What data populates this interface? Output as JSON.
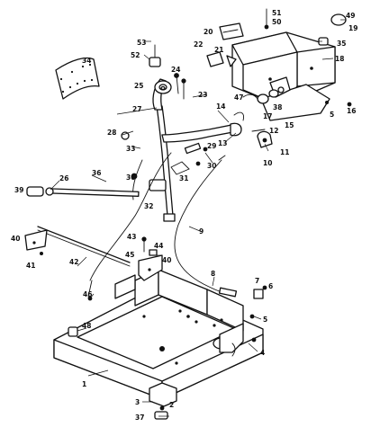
{
  "callouts": [
    {
      "key": "c1",
      "text": "1"
    },
    {
      "key": "c2",
      "text": "2"
    },
    {
      "key": "c3",
      "text": "3"
    },
    {
      "key": "c4",
      "text": "4"
    },
    {
      "key": "c5a",
      "text": "5"
    },
    {
      "key": "c5b",
      "text": "5"
    },
    {
      "key": "c6",
      "text": "6"
    },
    {
      "key": "c7",
      "text": "7"
    },
    {
      "key": "c8",
      "text": "8"
    },
    {
      "key": "c9",
      "text": "9"
    },
    {
      "key": "c10",
      "text": "10"
    },
    {
      "key": "c11",
      "text": "11"
    },
    {
      "key": "c12",
      "text": "12"
    },
    {
      "key": "c13",
      "text": "13"
    },
    {
      "key": "c14",
      "text": "14"
    },
    {
      "key": "c15",
      "text": "15"
    },
    {
      "key": "c16",
      "text": "16"
    },
    {
      "key": "c17",
      "text": "17"
    },
    {
      "key": "c18",
      "text": "18"
    },
    {
      "key": "c19",
      "text": "19"
    },
    {
      "key": "c20",
      "text": "20"
    },
    {
      "key": "c21",
      "text": "21"
    },
    {
      "key": "c22",
      "text": "22"
    },
    {
      "key": "c23",
      "text": "23"
    },
    {
      "key": "c24",
      "text": "24"
    },
    {
      "key": "c25",
      "text": "25"
    },
    {
      "key": "c26",
      "text": "26"
    },
    {
      "key": "c27",
      "text": "27"
    },
    {
      "key": "c28",
      "text": "28"
    },
    {
      "key": "c29",
      "text": "29"
    },
    {
      "key": "c30a",
      "text": "30"
    },
    {
      "key": "c30b",
      "text": "30"
    },
    {
      "key": "c31",
      "text": "31"
    },
    {
      "key": "c32",
      "text": "32"
    },
    {
      "key": "c33",
      "text": "33"
    },
    {
      "key": "c34",
      "text": "34"
    },
    {
      "key": "c35",
      "text": "35"
    },
    {
      "key": "c36",
      "text": "36"
    },
    {
      "key": "c37",
      "text": "37"
    },
    {
      "key": "c38",
      "text": "38"
    },
    {
      "key": "c39",
      "text": "39"
    },
    {
      "key": "c40a",
      "text": "40"
    },
    {
      "key": "c40b",
      "text": "40"
    },
    {
      "key": "c41",
      "text": "41"
    },
    {
      "key": "c42",
      "text": "42"
    },
    {
      "key": "c43",
      "text": "43"
    },
    {
      "key": "c44",
      "text": "44"
    },
    {
      "key": "c45",
      "text": "45"
    },
    {
      "key": "c46",
      "text": "46"
    },
    {
      "key": "c47",
      "text": "47"
    },
    {
      "key": "c48",
      "text": "48"
    },
    {
      "key": "c49",
      "text": "49"
    },
    {
      "key": "c50",
      "text": "50"
    },
    {
      "key": "c51",
      "text": "51"
    },
    {
      "key": "c52",
      "text": "52"
    },
    {
      "key": "c53",
      "text": "53"
    }
  ]
}
